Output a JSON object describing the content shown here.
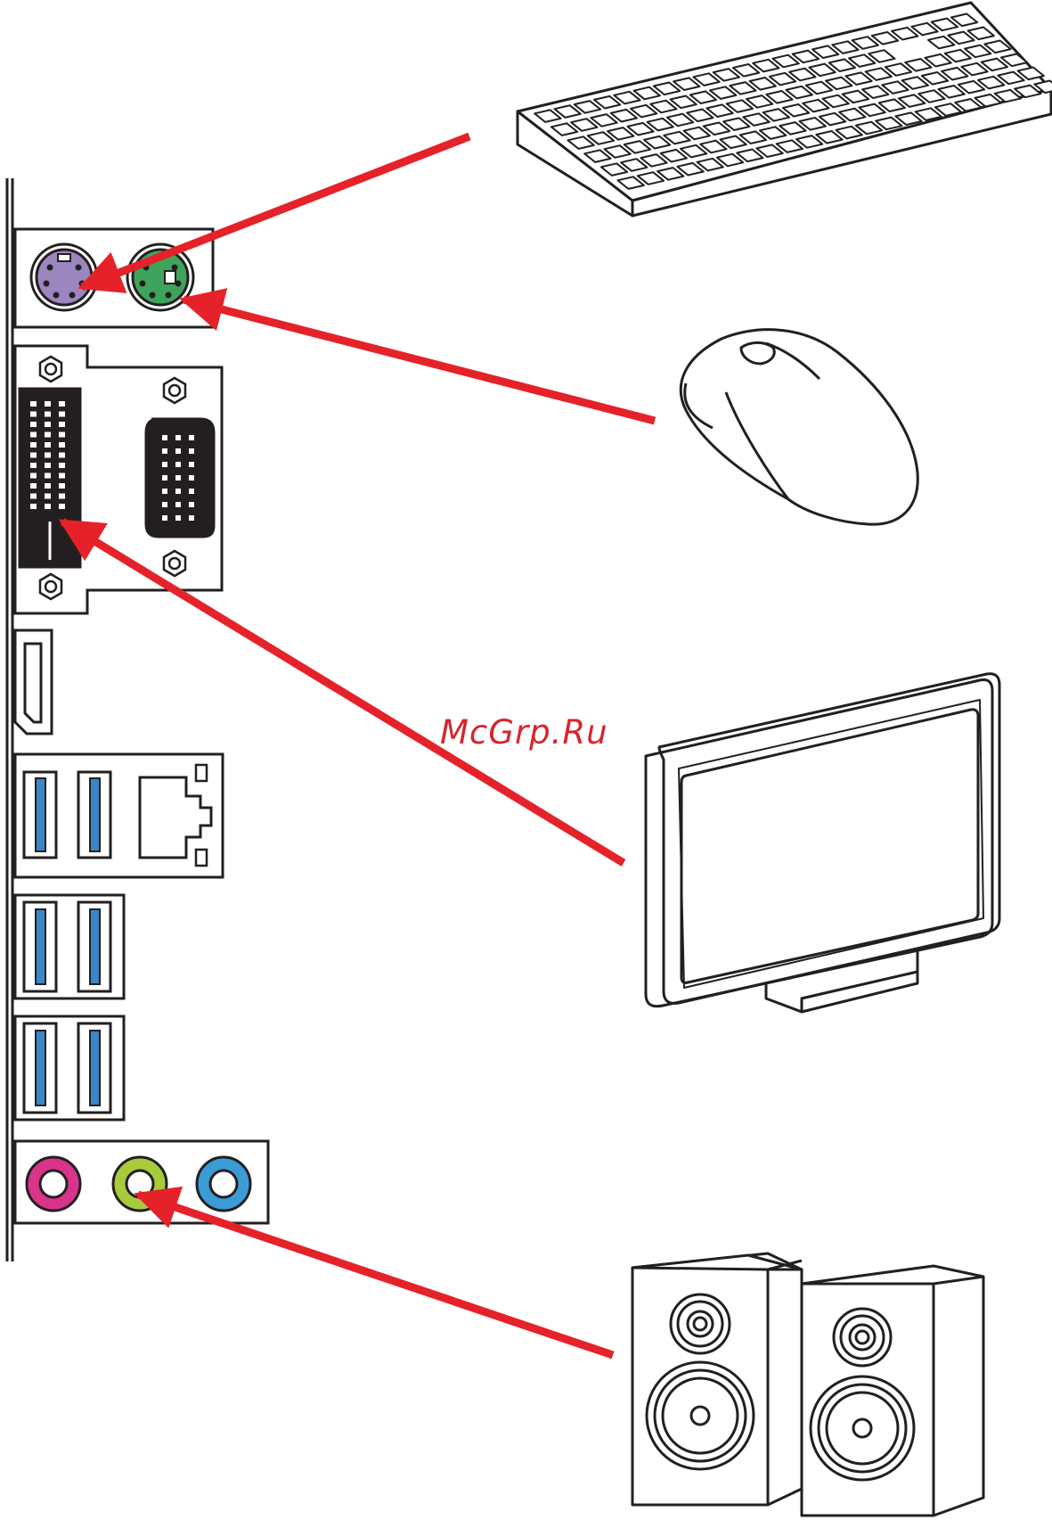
{
  "watermark": "McGrp.Ru",
  "colors": {
    "arrow": "#e52229",
    "outline": "#231f20",
    "ps2_keyboard": "#9c86c0",
    "ps2_mouse": "#3fa45b",
    "usb_blue": "#3a87c8",
    "audio_pink": "#d9338b",
    "audio_lime": "#a8cb3b",
    "audio_blue": "#3b9bd6"
  },
  "connections": [
    {
      "device": "keyboard-icon",
      "port": "ps2-keyboard-port"
    },
    {
      "device": "mouse-icon",
      "port": "ps2-mouse-port"
    },
    {
      "device": "monitor-icon",
      "port": "dvi-port"
    },
    {
      "device": "speakers-icon",
      "port": "audio-line-out-port"
    }
  ]
}
